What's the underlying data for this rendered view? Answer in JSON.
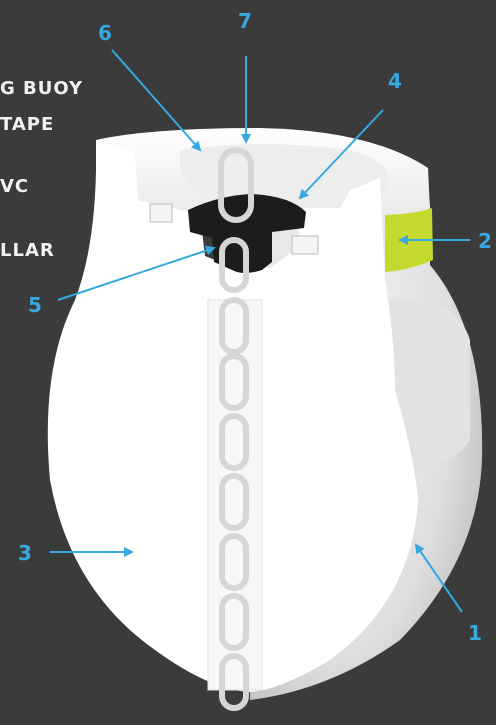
{
  "legend_fragments": [
    {
      "id": "legend-line-1",
      "text": "G BUOY"
    },
    {
      "id": "legend-line-2",
      "text": "TAPE"
    },
    {
      "id": "legend-line-3",
      "text": "VC"
    },
    {
      "id": "legend-line-4",
      "text": "LLAR"
    }
  ],
  "callouts": [
    {
      "label": "1"
    },
    {
      "label": "2"
    },
    {
      "label": "3"
    },
    {
      "label": "4"
    },
    {
      "label": "5"
    },
    {
      "label": "6"
    },
    {
      "label": "7"
    }
  ],
  "colors": {
    "background": "#3b3b3b",
    "callout": "#36a9e0",
    "band": "#c4d82e",
    "buoy": "#ffffff",
    "collar": "#1c1c1c",
    "legend_text": "#f1f1f1"
  }
}
